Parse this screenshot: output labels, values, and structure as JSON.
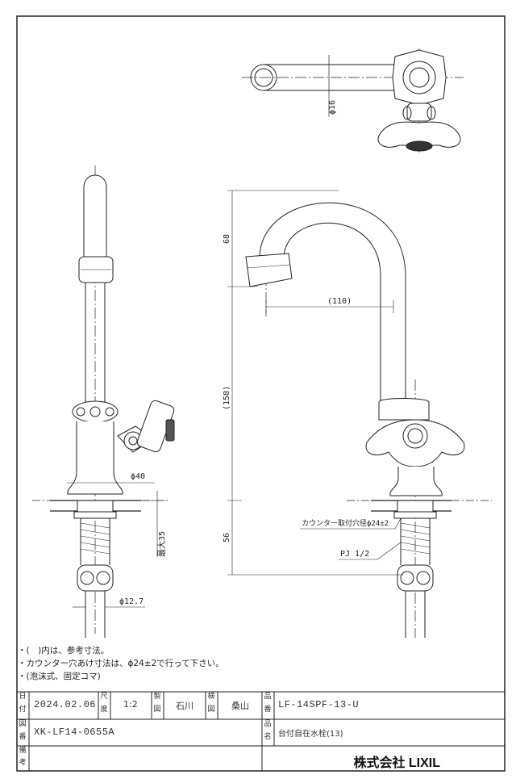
{
  "dimensions": {
    "pipe_dia": "ϕ16",
    "height_upper": "68",
    "reach": "(110)",
    "height_mid": "(158)",
    "height_lower": "56",
    "base_dia": "ϕ40",
    "max_thickness": "最大35",
    "shank_dia": "ϕ12.7",
    "counter_hole": "カウンター取付穴径ϕ24±2",
    "thread": "PJ 1/2"
  },
  "notes": [
    "・(　)内は、参考寸法。",
    "・カウンター穴あけ寸法は、ϕ24±2で行って下さい。",
    "・(泡沫式、固定コマ)"
  ],
  "title_block": {
    "date_label": [
      "日",
      "付"
    ],
    "date_value": "2024.02.06",
    "scale_label": [
      "尺",
      "度"
    ],
    "scale_value": "1:2",
    "drawn_label": [
      "製",
      "図"
    ],
    "drawn_value": "石川",
    "checked_label": [
      "検",
      "図"
    ],
    "checked_value": "桑山",
    "product_code_label": [
      "品",
      "番"
    ],
    "product_code": "LF-14SPF-13-U",
    "drawing_no_label": [
      "図",
      "番"
    ],
    "drawing_no": "XK-LF14-0655A",
    "product_name_label": [
      "品",
      "名"
    ],
    "product_name": "台付自在水栓(13)",
    "remarks_label": [
      "備",
      "考"
    ],
    "company": "株式会社 LIXIL"
  }
}
